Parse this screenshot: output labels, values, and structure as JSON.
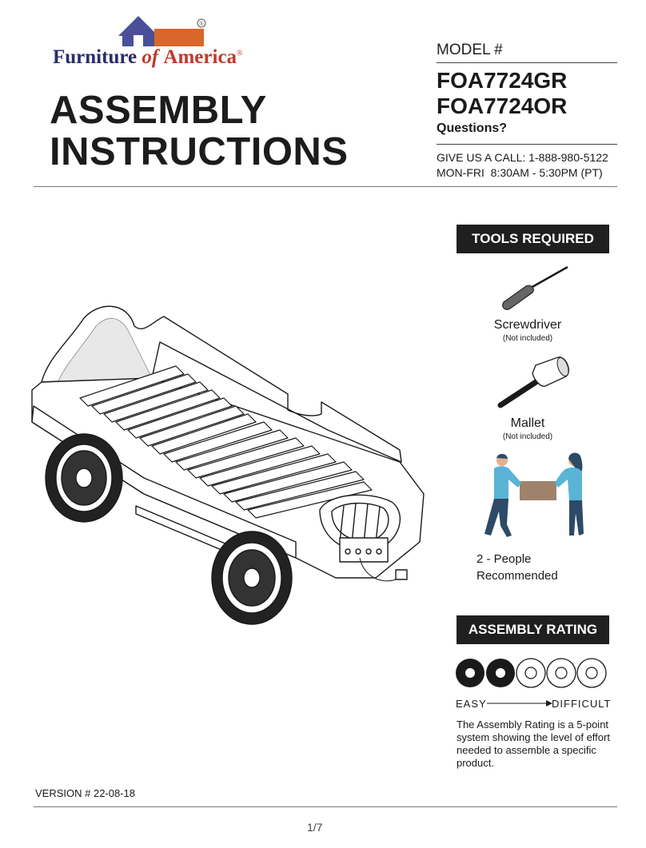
{
  "logo": {
    "word1": "Furniture",
    "word2": "of",
    "word3": "America",
    "registered_mark": "®"
  },
  "title": {
    "line1": "ASSEMBLY",
    "line2": "INSTRUCTIONS"
  },
  "model": {
    "label": "MODEL #",
    "codes": [
      "FOA7724GR",
      "FOA7724OR"
    ],
    "questions": "Questions?",
    "call": "GIVE US A CALL: 1-888-980-5122",
    "hours": "MON-FRI  8:30AM - 5:30PM (PT)"
  },
  "tools": {
    "banner": "TOOLS REQUIRED",
    "items": [
      {
        "name": "Screwdriver",
        "note": "(Not included)",
        "icon": "screwdriver-icon"
      },
      {
        "name": "Mallet",
        "note": "(Not included)",
        "icon": "mallet-icon"
      }
    ],
    "people_line1": "2 - People",
    "people_line2": "Recommended"
  },
  "rating": {
    "banner": "ASSEMBLY RATING",
    "level": 2,
    "max": 5,
    "easy": "EASY",
    "difficult": "DIFFICULT",
    "description": "The Assembly Rating is a 5-point system showing the level of effort needed to assemble a specific product."
  },
  "footer": {
    "version": "VERSION # 22-08-18",
    "page": "1/7"
  },
  "colors": {
    "banner_bg": "#1f1f1f",
    "logo_blue": "#4a4f9a",
    "logo_orange": "#d9662b",
    "person_shirt": "#5ab4d6",
    "person_pants": "#2d4a66",
    "box": "#a0826a"
  }
}
